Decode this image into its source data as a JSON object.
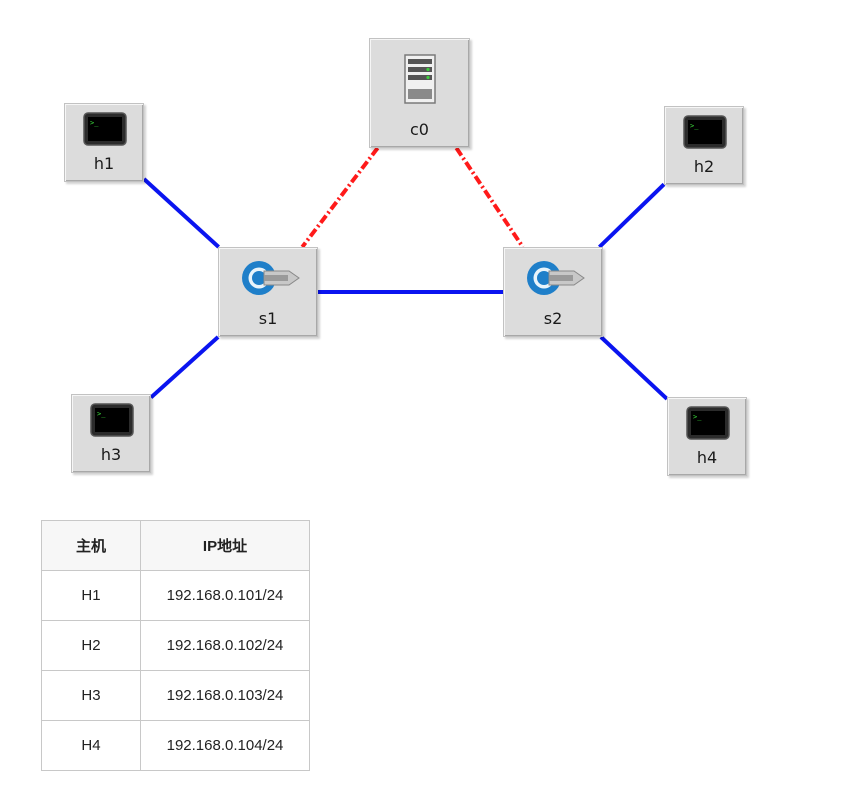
{
  "topology": {
    "nodes": [
      {
        "id": "c0",
        "label": "c0",
        "kind": "controller",
        "icon": "server-icon"
      },
      {
        "id": "s1",
        "label": "s1",
        "kind": "switch",
        "icon": "switch-icon"
      },
      {
        "id": "s2",
        "label": "s2",
        "kind": "switch",
        "icon": "switch-icon"
      },
      {
        "id": "h1",
        "label": "h1",
        "kind": "host",
        "icon": "terminal-icon"
      },
      {
        "id": "h2",
        "label": "h2",
        "kind": "host",
        "icon": "terminal-icon"
      },
      {
        "id": "h3",
        "label": "h3",
        "kind": "host",
        "icon": "terminal-icon"
      },
      {
        "id": "h4",
        "label": "h4",
        "kind": "host",
        "icon": "terminal-icon"
      }
    ],
    "links": [
      {
        "from": "h1",
        "to": "s1",
        "style": "data"
      },
      {
        "from": "h3",
        "to": "s1",
        "style": "data"
      },
      {
        "from": "s1",
        "to": "s2",
        "style": "data"
      },
      {
        "from": "h2",
        "to": "s2",
        "style": "data"
      },
      {
        "from": "h4",
        "to": "s2",
        "style": "data"
      },
      {
        "from": "c0",
        "to": "s1",
        "style": "control"
      },
      {
        "from": "c0",
        "to": "s2",
        "style": "control"
      }
    ],
    "colors": {
      "data_link": "#0a14f0",
      "control_link": "#ff1a1a",
      "node_bg": "#dcdcdc"
    }
  },
  "table": {
    "headers": {
      "host": "主机",
      "ip": "IP地址"
    },
    "rows": [
      {
        "host": "H1",
        "ip": "192.168.0.101/24"
      },
      {
        "host": "H2",
        "ip": "192.168.0.102/24"
      },
      {
        "host": "H3",
        "ip": "192.168.0.103/24"
      },
      {
        "host": "H4",
        "ip": "192.168.0.104/24"
      }
    ]
  }
}
